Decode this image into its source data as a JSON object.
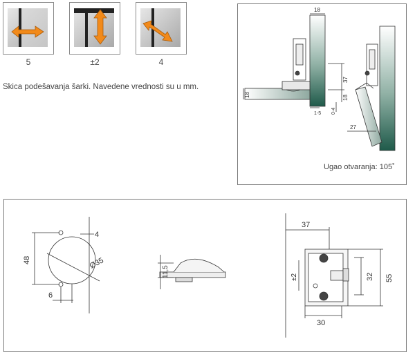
{
  "adjustments": [
    {
      "icon": "arrow-horizontal-icon",
      "value": "5"
    },
    {
      "icon": "arrow-vertical-icon",
      "value": "±2"
    },
    {
      "icon": "arrow-depth-icon",
      "value": "4"
    }
  ],
  "caption": "Skica podešavanja šarki. Navedene vrednosti su u mm.",
  "side_view": {
    "dims": {
      "top_width": "18",
      "left_thickness": "18",
      "height_37": "37",
      "height_18": "18",
      "offset_0_4": "0-4",
      "offset_1_5": "1-5",
      "open_27": "27"
    },
    "angle_label": "Ugao otvaranja: 105˚"
  },
  "install": {
    "dims": {
      "cup_height": "48",
      "edge": "4",
      "diameter": "Ø35",
      "hole_offset": "6",
      "cup_depth": "11,5",
      "plate_width": "37",
      "adjust": "±2",
      "plate_32": "32",
      "plate_55": "55",
      "plate_30": "30"
    }
  },
  "colors": {
    "arrow": "#f28a1a",
    "panel_dark": "#1f5a4a",
    "line": "#333333"
  }
}
